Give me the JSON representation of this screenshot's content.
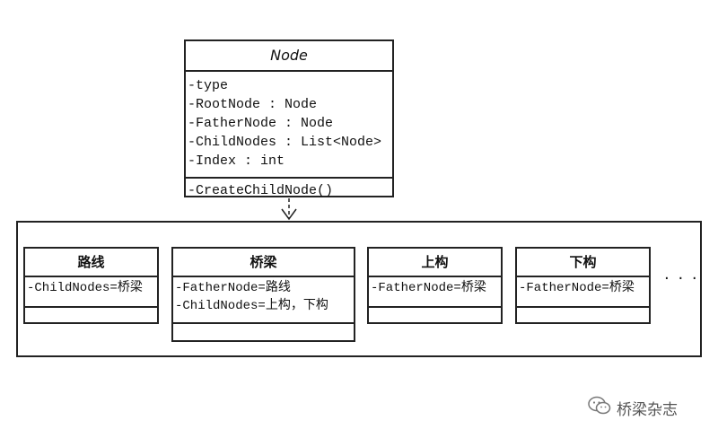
{
  "node_class": {
    "title": "Node",
    "attributes": [
      "-type",
      "-RootNode : Node",
      "-FatherNode : Node",
      "-ChildNodes : List<Node>",
      "-Index : int"
    ],
    "methods": [
      "-CreateChildNode()"
    ]
  },
  "children": [
    {
      "title": "路线",
      "attributes": [
        "-ChildNodes=桥梁"
      ]
    },
    {
      "title": "桥梁",
      "attributes": [
        "-FatherNode=路线",
        "-ChildNodes=上构，下构"
      ]
    },
    {
      "title": "上构",
      "attributes": [
        "-FatherNode=桥梁"
      ]
    },
    {
      "title": "下构",
      "attributes": [
        "-FatherNode=桥梁"
      ]
    }
  ],
  "ellipsis": "· · ·",
  "watermark": {
    "text": "桥梁杂志",
    "icon": "wechat-icon"
  }
}
